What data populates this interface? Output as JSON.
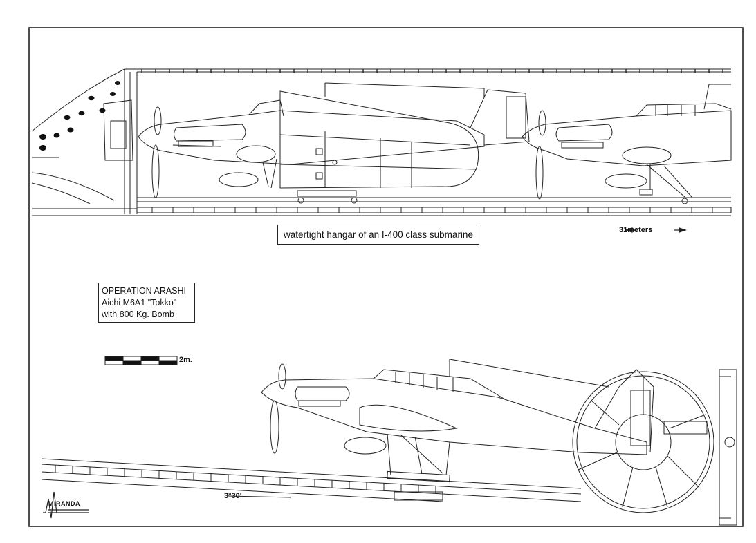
{
  "hangar_caption": "watertight hangar of an I-400 class submarine",
  "dimension_label": "31meters",
  "title_block": {
    "line1": "OPERATION ARASHI",
    "line2": "Aichi M6A1 \"Tokko\"",
    "line3": "with 800 Kg. Bomb"
  },
  "scale_label": "2m.",
  "angle_label": "3°30'",
  "logo_text": "MIRANDA",
  "colors": {
    "line": "#222222",
    "paper": "#ffffff",
    "fill_dark": "#111111"
  }
}
